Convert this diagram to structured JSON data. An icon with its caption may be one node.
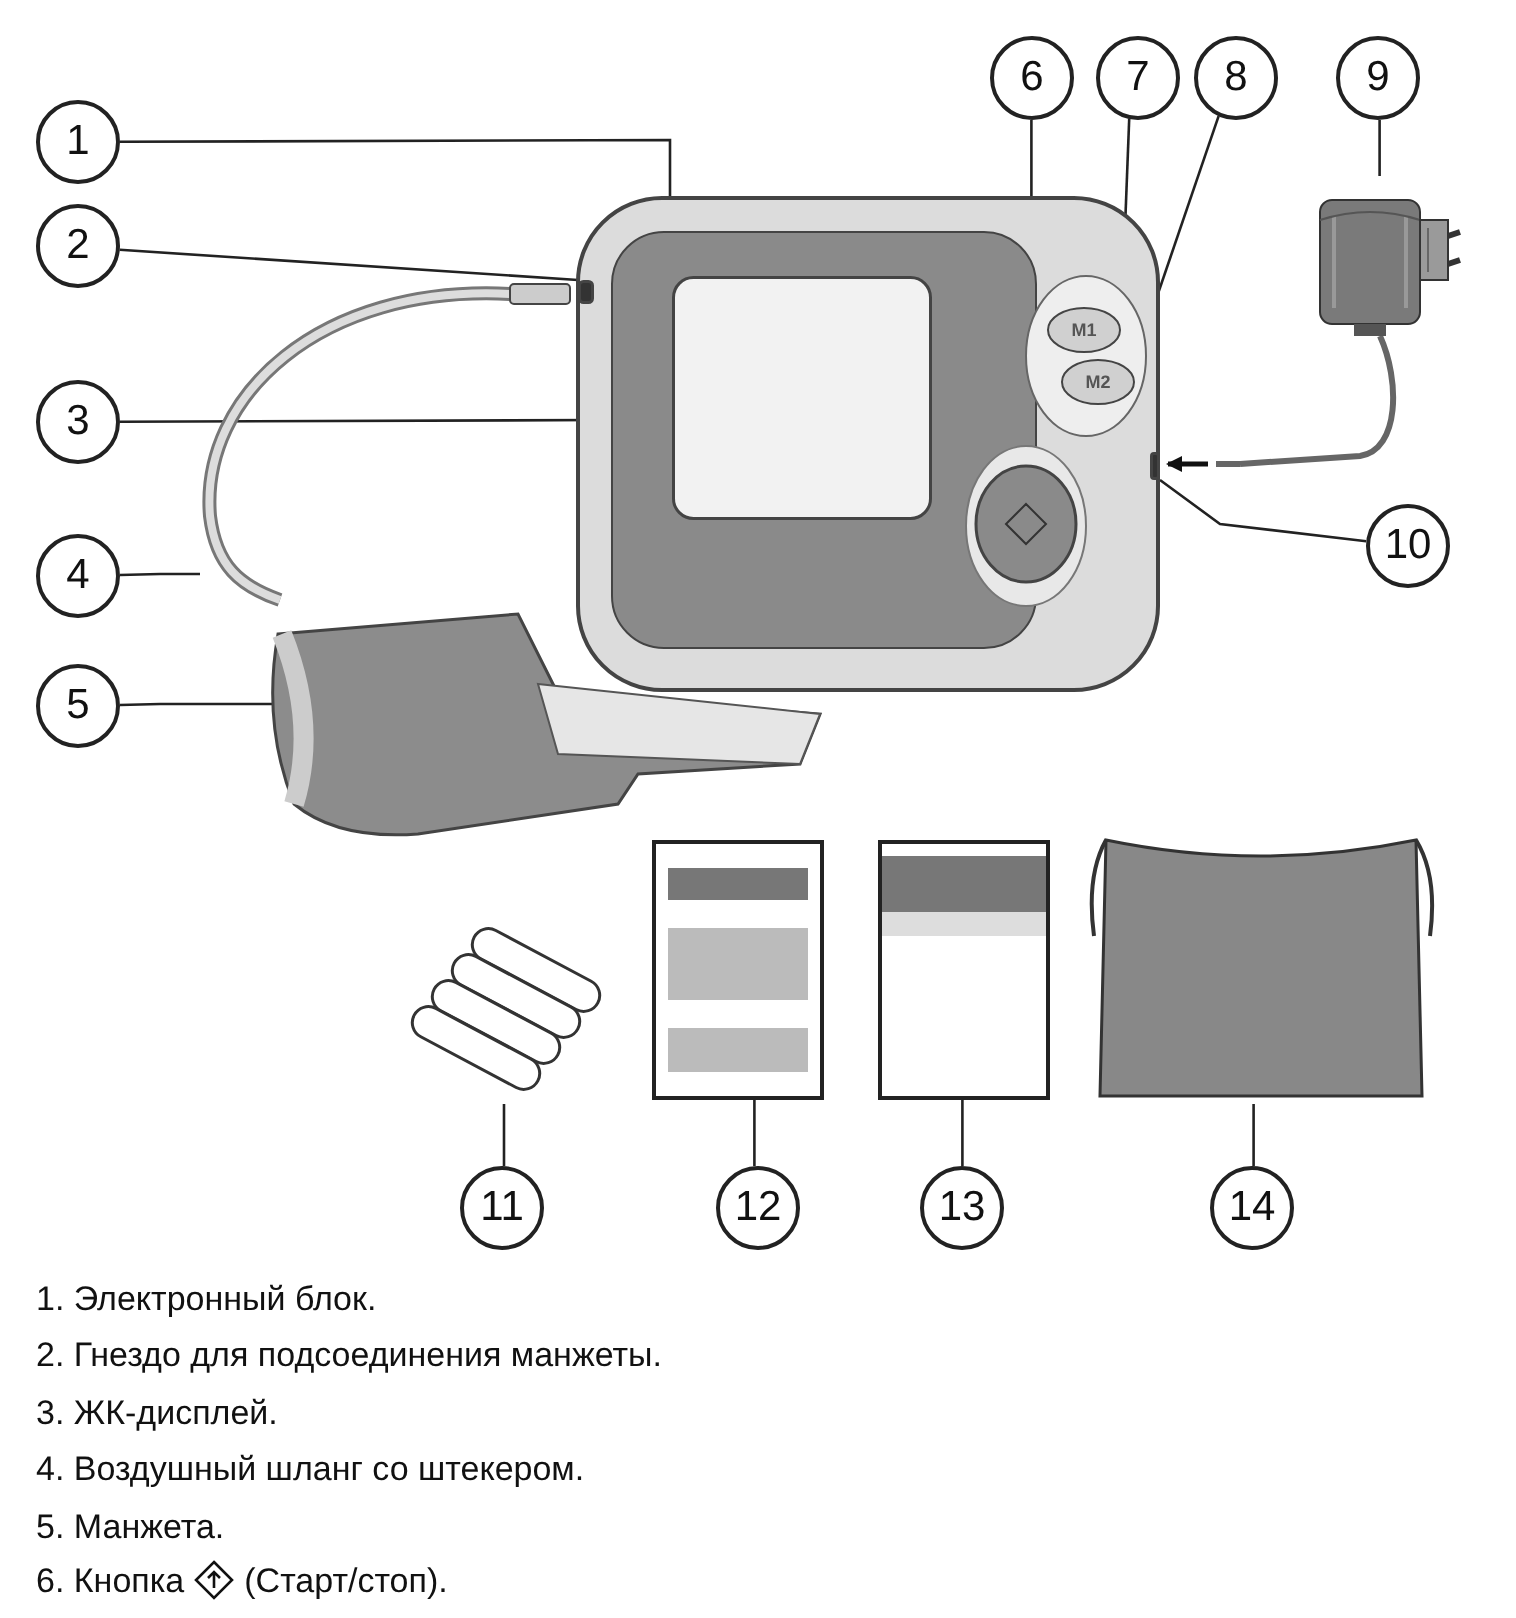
{
  "diagram": {
    "nodes": [
      {
        "text": [
          "1"
        ]
      },
      {
        "text": [
          "2"
        ]
      },
      {
        "text": [
          "3"
        ]
      },
      {
        "text": [
          "4"
        ]
      },
      {
        "text": [
          "5"
        ]
      },
      {
        "text": [
          "6"
        ]
      },
      {
        "text": [
          "7"
        ]
      },
      {
        "text": [
          "8"
        ]
      },
      {
        "text": [
          "9"
        ]
      },
      {
        "text": [
          "10"
        ]
      },
      {
        "text": [
          "11"
        ]
      },
      {
        "text": [
          "12"
        ]
      },
      {
        "text": [
          "13"
        ]
      },
      {
        "text": [
          "14"
        ]
      },
      {
        "text": [],
        "shape": "picture"
      },
      {
        "text": [],
        "shape": "box",
        "in": 14
      },
      {
        "text": [],
        "shape": "box",
        "in": 14
      },
      {
        "text": [],
        "shape": "picture"
      },
      {
        "text": [],
        "shape": "picture"
      },
      {
        "text": [],
        "shape": "circle",
        "in": 14
      },
      {
        "text": [
          "M1"
        ],
        "in": 14
      },
      {
        "text": [
          "M2"
        ],
        "in": 14
      },
      {
        "text": [],
        "shape": "picture"
      },
      {
        "text": [],
        "shape": "box",
        "in": 14
      },
      {
        "text": [],
        "shape": "picture"
      },
      {
        "text": [],
        "shape": "picture"
      },
      {
        "text": [],
        "shape": "picture"
      },
      {
        "text": [],
        "shape": "picture"
      }
    ],
    "edges": [
      {
        "from": 0,
        "to": 14,
        "arrow": "none"
      },
      {
        "from": 1,
        "to": 15,
        "arrow": "none"
      },
      {
        "from": 2,
        "to": 16,
        "arrow": "none"
      },
      {
        "from": 3,
        "to": 17,
        "arrow": "none"
      },
      {
        "from": 4,
        "to": 18,
        "arrow": "none"
      },
      {
        "from": 5,
        "to": 19,
        "arrow": "none"
      },
      {
        "from": 6,
        "to": 20,
        "arrow": "none"
      },
      {
        "from": 7,
        "to": 21,
        "arrow": "none"
      },
      {
        "from": 8,
        "to": 22,
        "arrow": "none"
      },
      {
        "from": 9,
        "to": 23,
        "arrow": "none"
      },
      {
        "from": 10,
        "to": 24,
        "arrow": "none"
      },
      {
        "from": 11,
        "to": 25,
        "arrow": "none"
      },
      {
        "from": 12,
        "to": 26,
        "arrow": "none"
      },
      {
        "from": 13,
        "to": 27,
        "arrow": "none"
      }
    ],
    "labels": [
      "1. Электронный блок.",
      "2. Гнездо для подсоединения манжеты.",
      "3. ЖК-дисплей.",
      "4. Воздушный шланг со штекером.",
      "5. Манжета.",
      "6. Кнопка",
      "(Старт/стоп)."
    ]
  }
}
